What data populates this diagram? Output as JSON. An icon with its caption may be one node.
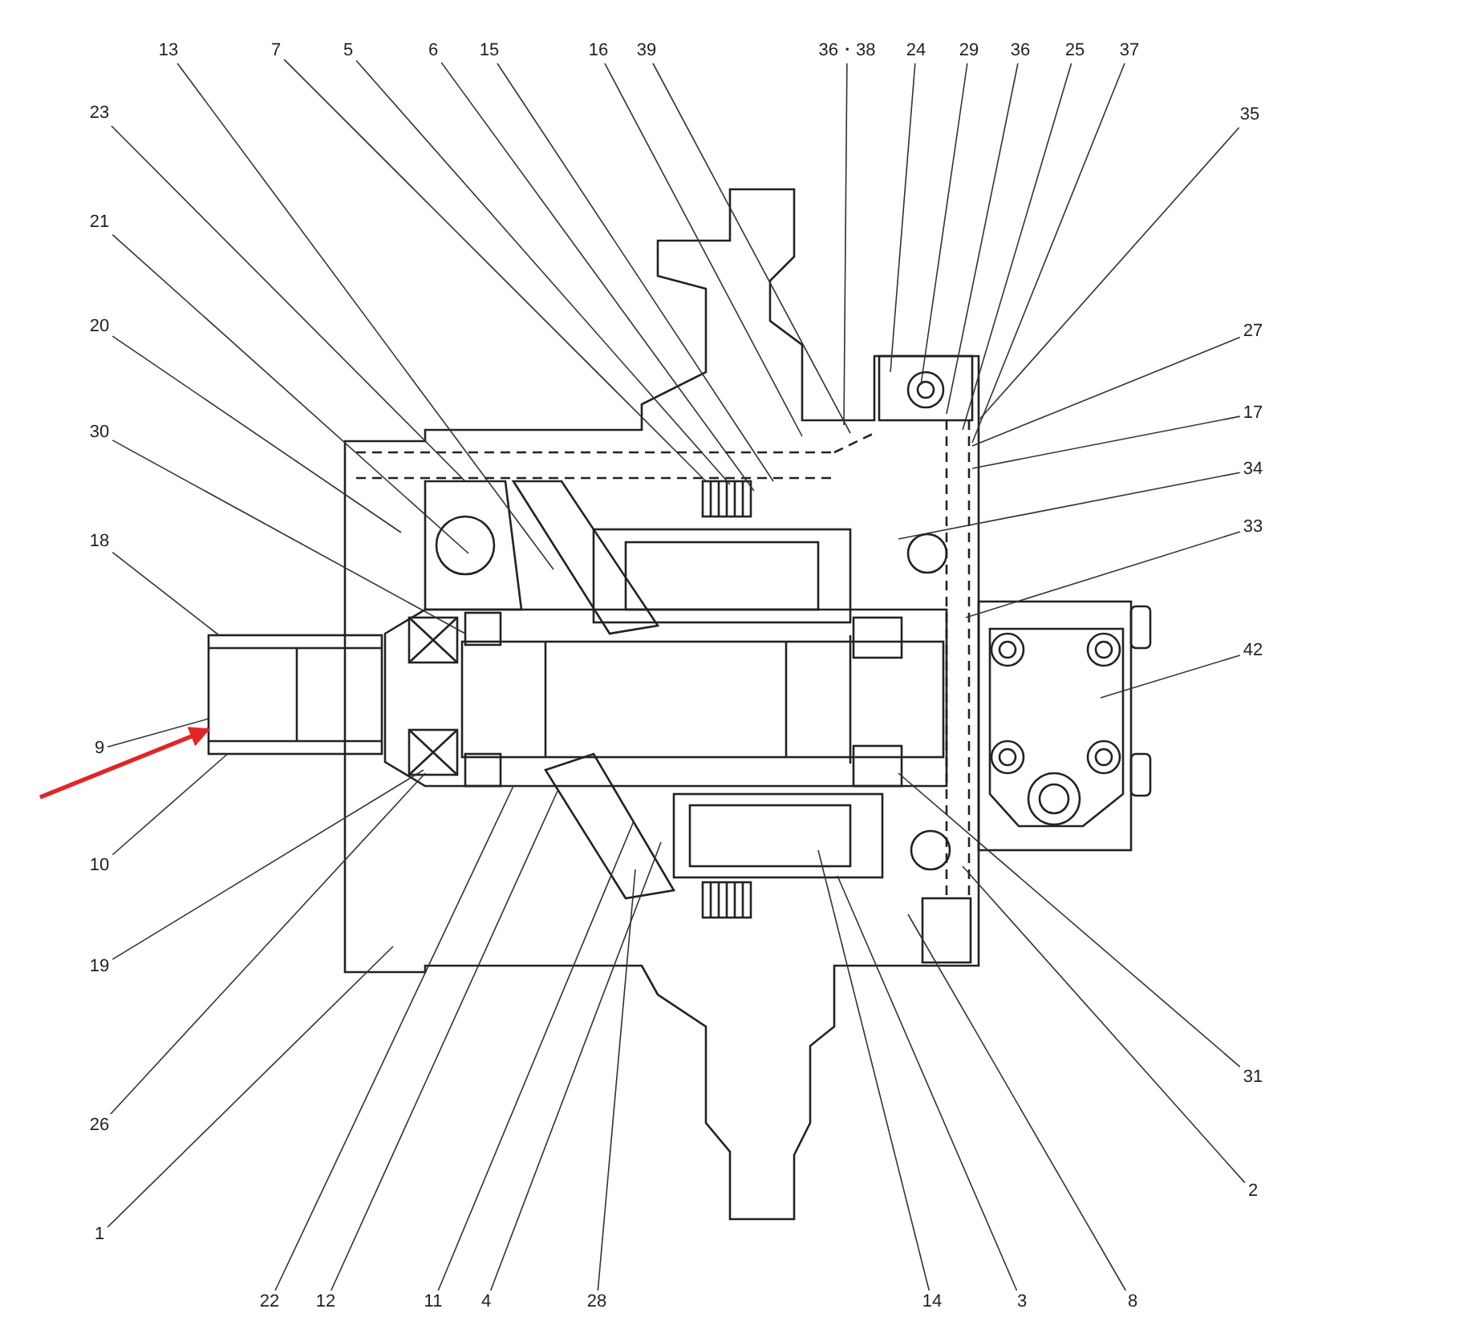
{
  "diagram": {
    "nodes": [
      {
        "text": [
          "13"
        ]
      },
      {
        "text": [
          "7"
        ]
      },
      {
        "text": [
          "5"
        ]
      },
      {
        "text": [
          "6"
        ]
      },
      {
        "text": [
          "15"
        ]
      },
      {
        "text": [
          "16"
        ]
      },
      {
        "text": [
          "39"
        ]
      },
      {
        "text": [
          "36・38"
        ]
      },
      {
        "text": [
          "24"
        ]
      },
      {
        "text": [
          "29"
        ]
      },
      {
        "text": [
          "36"
        ]
      },
      {
        "text": [
          "25"
        ]
      },
      {
        "text": [
          "37"
        ]
      },
      {
        "text": [
          "23"
        ]
      },
      {
        "text": [
          "21"
        ]
      },
      {
        "text": [
          "20"
        ]
      },
      {
        "text": [
          "30"
        ]
      },
      {
        "text": [
          "18"
        ]
      },
      {
        "text": [
          "9"
        ]
      },
      {
        "text": [
          "10"
        ]
      },
      {
        "text": [
          "19"
        ]
      },
      {
        "text": [
          "26"
        ]
      },
      {
        "text": [
          "1"
        ]
      },
      {
        "text": [
          "35"
        ]
      },
      {
        "text": [
          "27"
        ]
      },
      {
        "text": [
          "17"
        ]
      },
      {
        "text": [
          "34"
        ]
      },
      {
        "text": [
          "33"
        ]
      },
      {
        "text": [
          "42"
        ]
      },
      {
        "text": [
          "31"
        ]
      },
      {
        "text": [
          "2"
        ]
      },
      {
        "text": [
          "22"
        ]
      },
      {
        "text": [
          "12"
        ]
      },
      {
        "text": [
          "11"
        ]
      },
      {
        "text": [
          "4"
        ]
      },
      {
        "text": [
          "28"
        ]
      },
      {
        "text": [
          "14"
        ]
      },
      {
        "text": [
          "3"
        ]
      },
      {
        "text": [
          "8"
        ]
      },
      {
        "text": [],
        "shape": "picture"
      }
    ],
    "edges": [
      {
        "from": 0,
        "to": null,
        "arrow": "none"
      },
      {
        "from": 1,
        "to": null,
        "arrow": "none"
      },
      {
        "from": 2,
        "to": null,
        "arrow": "none"
      },
      {
        "from": 3,
        "to": null,
        "arrow": "none"
      },
      {
        "from": 4,
        "to": null,
        "arrow": "none"
      },
      {
        "from": 5,
        "to": null,
        "arrow": "none"
      },
      {
        "from": 6,
        "to": null,
        "arrow": "none"
      },
      {
        "from": 7,
        "to": null,
        "arrow": "none"
      },
      {
        "from": 8,
        "to": null,
        "arrow": "none"
      },
      {
        "from": 9,
        "to": null,
        "arrow": "none"
      },
      {
        "from": 10,
        "to": null,
        "arrow": "none"
      },
      {
        "from": 11,
        "to": null,
        "arrow": "none"
      },
      {
        "from": 12,
        "to": null,
        "arrow": "none"
      },
      {
        "from": 13,
        "to": null,
        "arrow": "none"
      },
      {
        "from": 14,
        "to": null,
        "arrow": "none"
      },
      {
        "from": 15,
        "to": null,
        "arrow": "none"
      },
      {
        "from": 16,
        "to": null,
        "arrow": "none"
      },
      {
        "from": 17,
        "to": 39,
        "arrow": "none"
      },
      {
        "from": 18,
        "to": 39,
        "arrow": "none"
      },
      {
        "from": 19,
        "to": 39,
        "arrow": "none"
      },
      {
        "from": 20,
        "to": null,
        "arrow": "none"
      },
      {
        "from": 21,
        "to": null,
        "arrow": "none"
      },
      {
        "from": 22,
        "to": null,
        "arrow": "none"
      },
      {
        "from": 23,
        "to": null,
        "arrow": "none"
      },
      {
        "from": 24,
        "to": null,
        "arrow": "none"
      },
      {
        "from": 25,
        "to": null,
        "arrow": "none"
      },
      {
        "from": 26,
        "to": null,
        "arrow": "none"
      },
      {
        "from": 27,
        "to": null,
        "arrow": "none"
      },
      {
        "from": 28,
        "to": null,
        "arrow": "none"
      },
      {
        "from": 29,
        "to": null,
        "arrow": "none"
      },
      {
        "from": 30,
        "to": null,
        "arrow": "none"
      },
      {
        "from": 31,
        "to": null,
        "arrow": "none"
      },
      {
        "from": 32,
        "to": null,
        "arrow": "none"
      },
      {
        "from": 33,
        "to": null,
        "arrow": "none"
      },
      {
        "from": 34,
        "to": null,
        "arrow": "none"
      },
      {
        "from": 35,
        "to": null,
        "arrow": "none"
      },
      {
        "from": 36,
        "to": null,
        "arrow": "none"
      },
      {
        "from": 37,
        "to": null,
        "arrow": "none"
      },
      {
        "from": 38,
        "to": null,
        "arrow": "none"
      },
      {
        "from": null,
        "to": 39,
        "arrow": "to",
        "style": "thick",
        "color": "#e02626"
      }
    ]
  }
}
